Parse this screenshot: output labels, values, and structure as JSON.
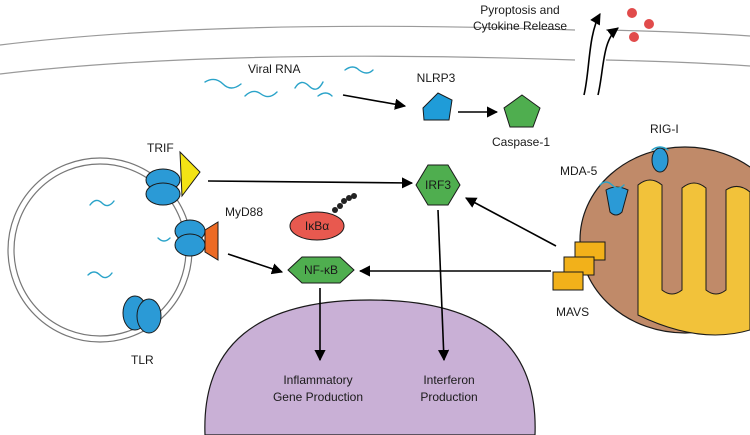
{
  "labels": {
    "pyroptosis_line1": "Pyroptosis and",
    "pyroptosis_line2": "Cytokine Release",
    "viral_rna": "Viral RNA",
    "nlrp3": "NLRP3",
    "caspase1": "Caspase-1",
    "rig_i": "RIG-I",
    "mda5": "MDA-5",
    "trif": "TRIF",
    "myd88": "MyD88",
    "irf3": "IRF3",
    "ikba": "IκBα",
    "nfkb": "NF-κB",
    "mavs": "MAVS",
    "tlr": "TLR",
    "inflammatory_line1": "Inflammatory",
    "inflammatory_line2": "Gene Production",
    "interferon_line1": "Interferon",
    "interferon_line2": "Production"
  },
  "colors": {
    "receptor_blue": "#2b9ad6",
    "nlrp3_blue": "#1f9cd8",
    "caspase_green": "#4fae4f",
    "irf3_green": "#4fae4f",
    "nfkb_green": "#4fae4f",
    "trif_yellow": "#f3e314",
    "myd88_orange": "#ec6a24",
    "ikba_red": "#e8594f",
    "mavs_orange": "#f2b11a",
    "nucleus_purple": "#c9b0d6",
    "mito_brown": "#c08a69",
    "mito_cristae": "#f2c23a",
    "cytokine_red": "#e14b4b",
    "rna_blue": "#2aa3c9"
  }
}
